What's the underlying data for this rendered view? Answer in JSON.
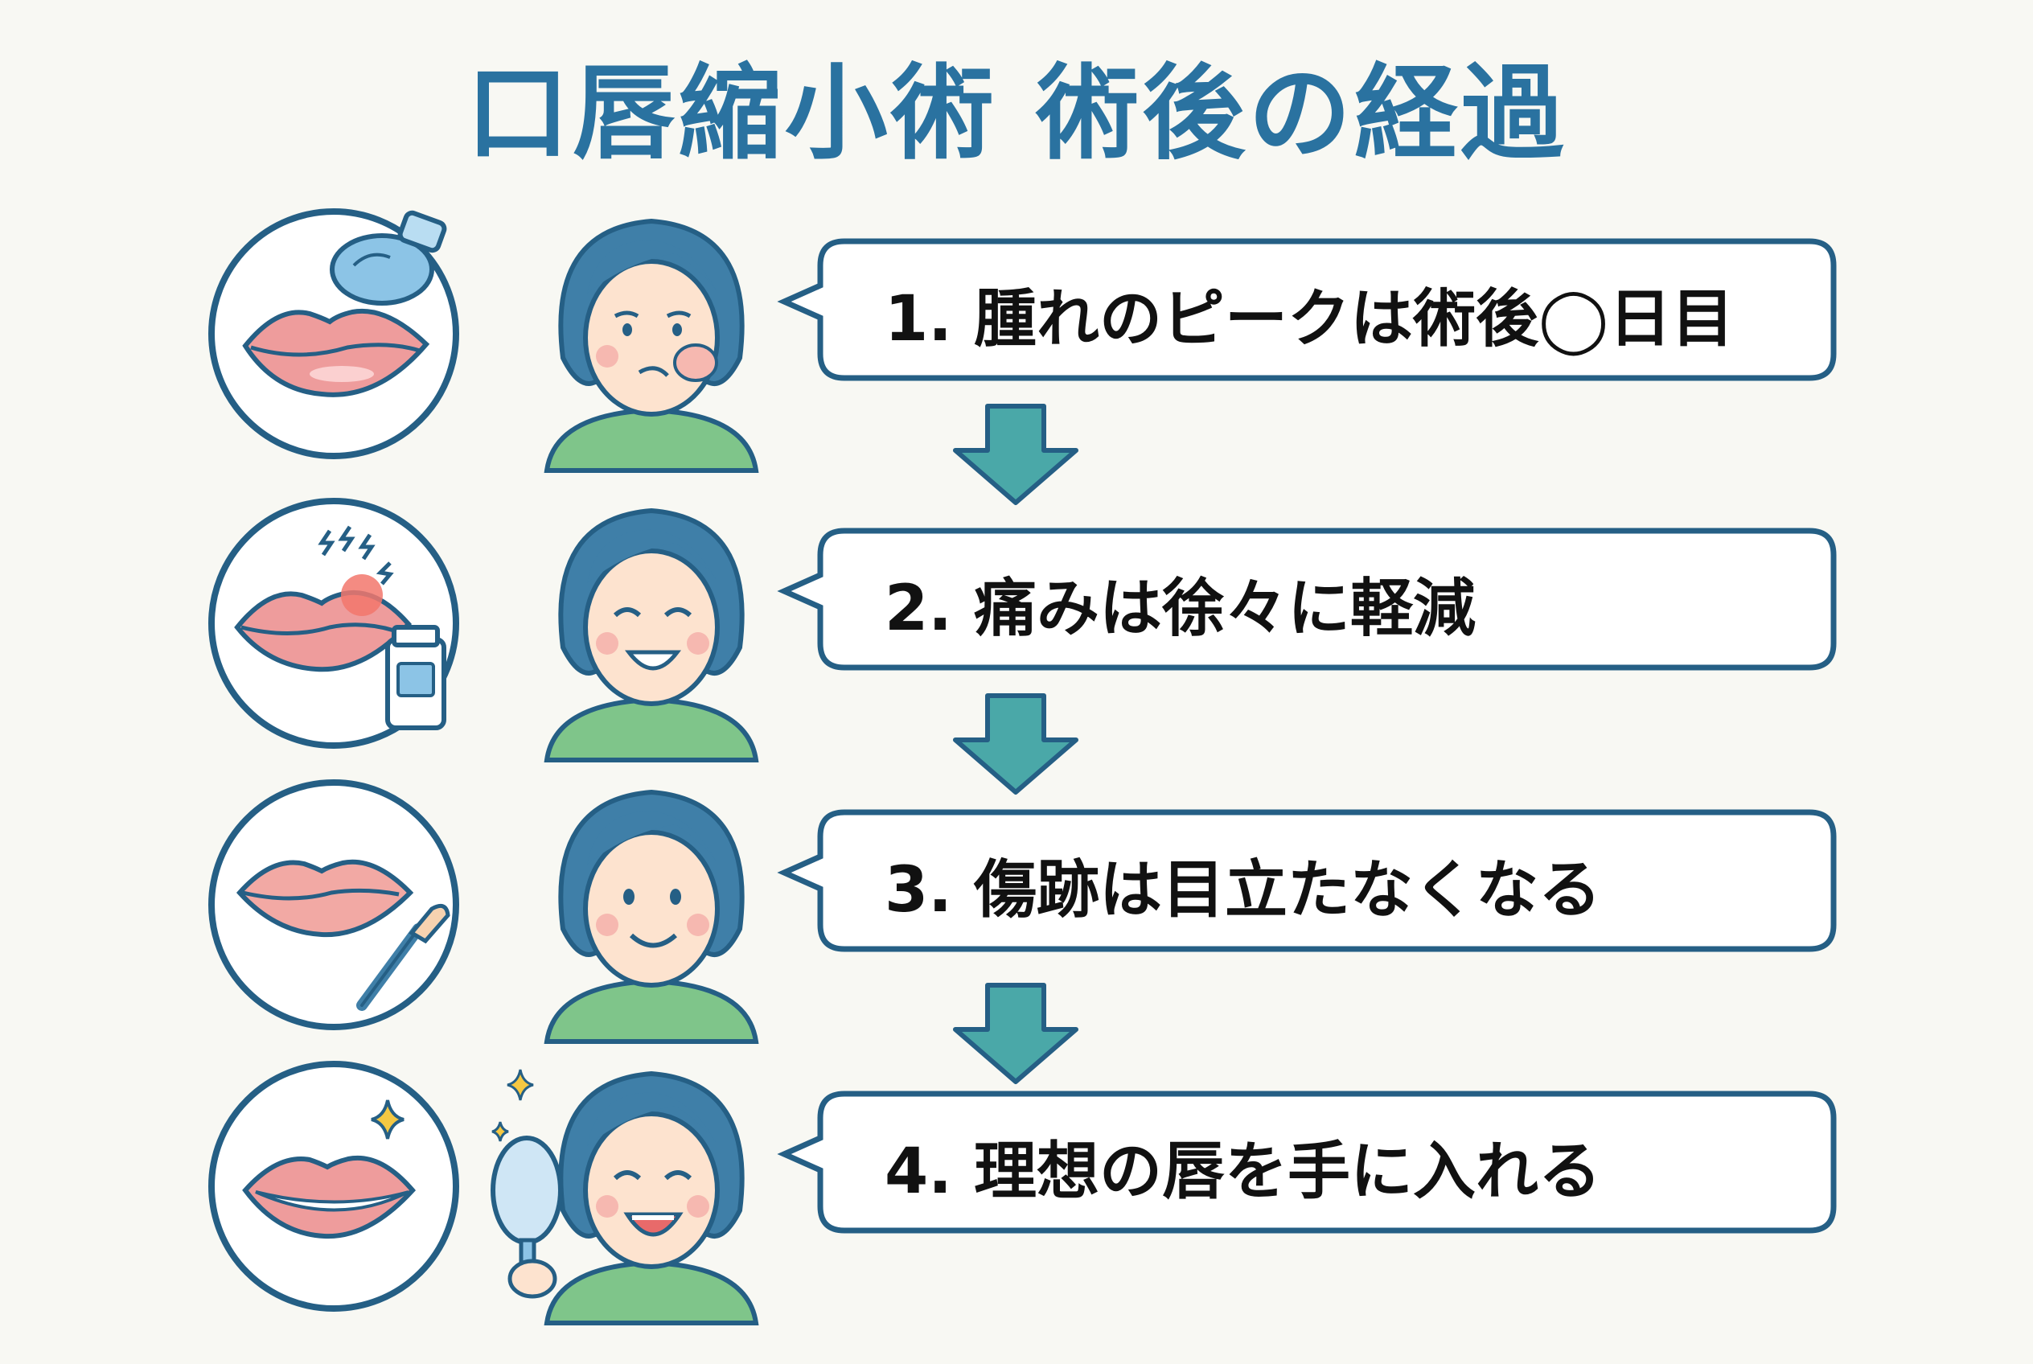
{
  "title": "口唇縮小術 術後の経過",
  "steps": [
    {
      "label": "1. 腫れのピークは術後◯日目"
    },
    {
      "label": "2. 痛みは徐々に軽減"
    },
    {
      "label": "3. 傷跡は目立たなくなる"
    },
    {
      "label": "4. 理想の唇を手に入れる"
    }
  ],
  "colors": {
    "title": "#2a72a0",
    "outline": "#255f85",
    "hair": "#3f7fa8",
    "shirt": "#7fc58a",
    "skin": "#fde3cf",
    "lips": "#ee9c9c",
    "arrow": "#4aa8a8",
    "background": "#f8f8f3"
  },
  "icons": [
    [
      "lips-swollen-icon",
      "ice-pack-icon",
      "face-worried-icon"
    ],
    [
      "lips-pain-icon",
      "medicine-bottle-icon",
      "face-relieved-icon"
    ],
    [
      "lips-healed-icon",
      "makeup-brush-icon",
      "face-smiling-icon"
    ],
    [
      "lips-ideal-icon",
      "sparkle-icon",
      "hand-mirror-icon",
      "face-happy-icon"
    ]
  ]
}
